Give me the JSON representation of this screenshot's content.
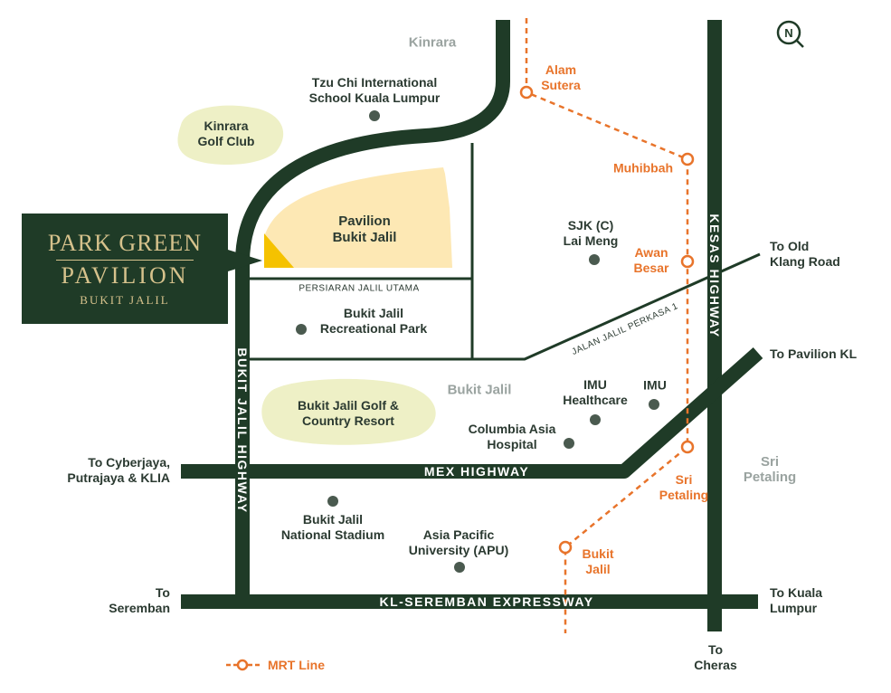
{
  "brand": {
    "line1": "PARK GREEN",
    "line2": "PAVILION",
    "line3": "BUKIT JALIL"
  },
  "highways": {
    "bukit_jalil": "BUKIT JALIL HIGHWAY",
    "kesas": "KESAS HIGHWAY",
    "mex": "MEX HIGHWAY",
    "kl_seremban": "KL-SEREMBAN EXPRESSWAY"
  },
  "roads": {
    "persiaran": "PERSIARAN JALIL UTAMA",
    "jalan_jalil_perkasa": "JALAN JALIL PERKASA 1"
  },
  "areas": {
    "kinrara": "Kinrara",
    "bukit_jalil": "Bukit Jalil",
    "sri_petaling_1": "Sri",
    "sri_petaling_2": "Petaling"
  },
  "places": {
    "tzu_chi_1": "Tzu Chi International",
    "tzu_chi_2": "School Kuala Lumpur",
    "kinrara_golf_1": "Kinrara",
    "kinrara_golf_2": "Golf Club",
    "pavilion_1": "Pavilion",
    "pavilion_2": "Bukit Jalil",
    "sjk_1": "SJK (C)",
    "sjk_2": "Lai Meng",
    "rec_park_1": "Bukit Jalil",
    "rec_park_2": "Recreational Park",
    "golf_resort_1": "Bukit Jalil Golf &",
    "golf_resort_2": "Country Resort",
    "imu_health_1": "IMU",
    "imu_health_2": "Healthcare",
    "imu": "IMU",
    "columbia_1": "Columbia Asia",
    "columbia_2": "Hospital",
    "stadium_1": "Bukit Jalil",
    "stadium_2": "National Stadium",
    "apu_1": "Asia Pacific",
    "apu_2": "University (APU)"
  },
  "mrt_stations": {
    "alam_sutera_1": "Alam",
    "alam_sutera_2": "Sutera",
    "muhibbah": "Muhibbah",
    "awan_besar_1": "Awan",
    "awan_besar_2": "Besar",
    "sri_petaling_1": "Sri",
    "sri_petaling_2": "Petaling",
    "bukit_jalil_1": "Bukit",
    "bukit_jalil_2": "Jalil"
  },
  "directions": {
    "old_klang_1": "To Old",
    "old_klang_2": "Klang Road",
    "pavilion_kl": "To Pavilion KL",
    "cyberjaya_1": "To Cyberjaya,",
    "cyberjaya_2": "Putrajaya & KLIA",
    "seremban_1": "To",
    "seremban_2": "Seremban",
    "kuala_lumpur_1": "To Kuala",
    "kuala_lumpur_2": "Lumpur",
    "cheras_1": "To",
    "cheras_2": "Cheras"
  },
  "legend": {
    "mrt_line": "MRT Line"
  },
  "compass": {
    "letter": "N"
  },
  "colors": {
    "road": "#1f3b27",
    "mrt": "#e8742b",
    "green_area": "#eef0c6",
    "pavilion_block": "#fde8b4",
    "highlight": "#f5c200",
    "poi_dot": "#4a5a4f",
    "area_text": "#9aa3a0"
  }
}
